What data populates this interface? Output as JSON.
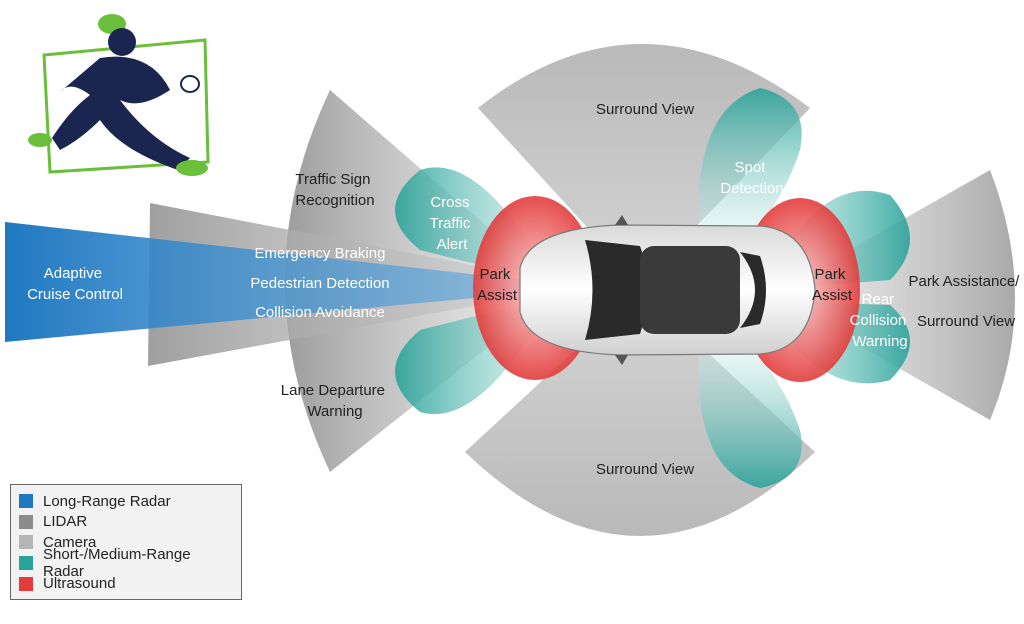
{
  "colors": {
    "long_range_radar": "#1f78c1",
    "lidar": "#8c8c8c",
    "camera": "#b5b5b5",
    "short_medium_radar": "#2aa39a",
    "ultrasound": "#e23b3b",
    "logo_navy": "#1a2550",
    "logo_green": "#6abf3a"
  },
  "labels": {
    "adaptive_cruise_control": [
      "Adaptive",
      "Cruise Control"
    ],
    "traffic_sign_recognition": [
      "Traffic Sign",
      "Recognition"
    ],
    "emergency_braking": "Emergency Braking",
    "pedestrian_detection": "Pedestrian Detection",
    "collision_avoidance": "Collision Avoidance",
    "lane_departure_warning": [
      "Lane Departure",
      "Warning"
    ],
    "cross_traffic_alert": [
      "Cross",
      "Traffic",
      "Alert"
    ],
    "park_assist_front": [
      "Park",
      "Assist"
    ],
    "park_assist_rear": [
      "Park",
      "Assist"
    ],
    "surround_view_top": "Surround View",
    "surround_view_bottom": "Surround View",
    "spot_detection": [
      "Spot",
      "Detection"
    ],
    "rear_collision_warning": [
      "Rear",
      "Collision",
      "Warning"
    ],
    "park_assistance_surround": [
      "Park Assistance/",
      "Surround View"
    ]
  },
  "legend": [
    {
      "label": "Long-Range Radar",
      "color": "#1f78c1"
    },
    {
      "label": "LIDAR",
      "color": "#8c8c8c"
    },
    {
      "label": "Camera",
      "color": "#b5b5b5"
    },
    {
      "label": "Short-/Medium-Range Radar",
      "color": "#2aa39a"
    },
    {
      "label": "Ultrasound",
      "color": "#e23b3b"
    }
  ],
  "icons": {
    "logo": "running-figure-logo",
    "car": "car-top-view-icon"
  }
}
